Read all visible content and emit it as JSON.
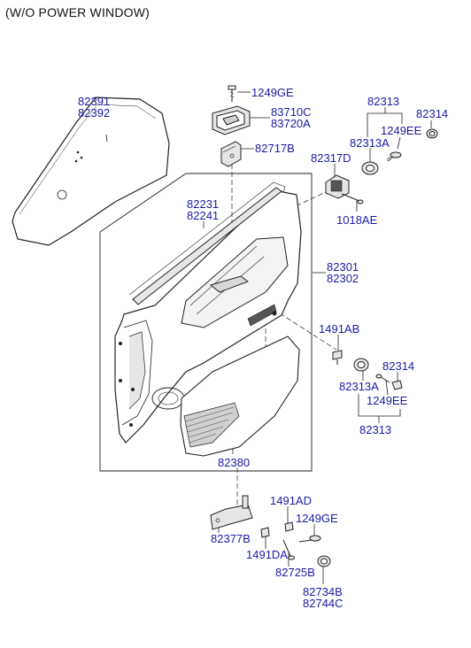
{
  "caption": "(W/O POWER WINDOW)",
  "colors": {
    "label": "#1a1aa6",
    "line": "#222222",
    "part_fill": "#e6e6e6"
  },
  "labels": {
    "p82391": "82391",
    "p82392": "82392",
    "p1249GE_top": "1249GE",
    "p83710C": "83710C",
    "p83720A": "83720A",
    "p82717B": "82717B",
    "p82313_top": "82313",
    "p82314_top": "82314",
    "p1249EE_top": "1249EE",
    "p82313A_top": "82313A",
    "p82317D": "82317D",
    "p1018AE": "1018AE",
    "p82231": "82231",
    "p82241": "82241",
    "p82301": "82301",
    "p82302": "82302",
    "p1491AB": "1491AB",
    "p82314_mid": "82314",
    "p82313A_mid": "82313A",
    "p1249EE_mid": "1249EE",
    "p82313_mid": "82313",
    "p82380": "82380",
    "p1491AD": "1491AD",
    "p1249GE_bot": "1249GE",
    "p82377B": "82377B",
    "p1491DA": "1491DA",
    "p82725B": "82725B",
    "p82734B": "82734B",
    "p82744C": "82744C"
  }
}
